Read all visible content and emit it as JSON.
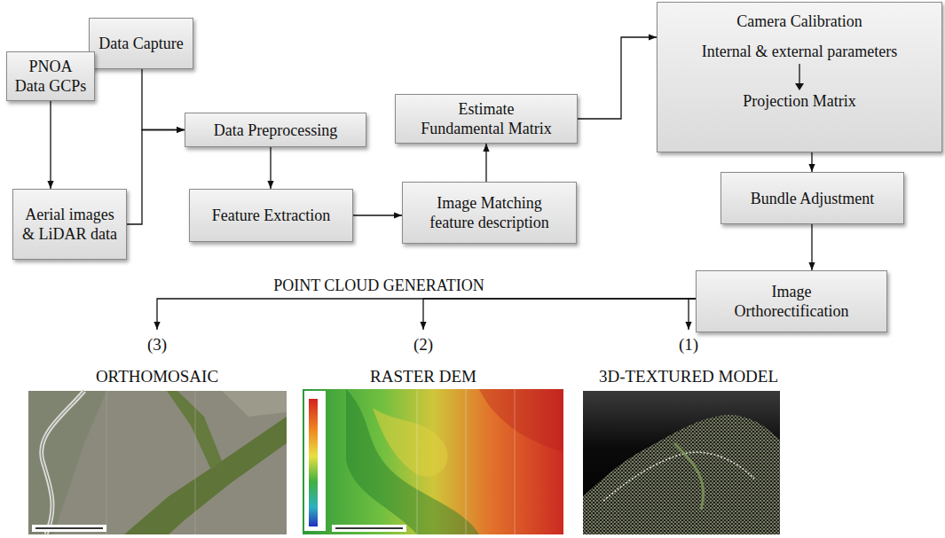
{
  "diagram": {
    "nodes": [
      {
        "text": [
          "Data Capture"
        ]
      },
      {
        "text": [
          "PNOA Data GCPs"
        ]
      },
      {
        "text": [
          "Aerial images & LiDAR data"
        ]
      },
      {
        "text": [
          "Data Preprocessing"
        ]
      },
      {
        "text": [
          "Feature Extraction"
        ]
      },
      {
        "text": [
          "Estimate Fundamental Matrix"
        ]
      },
      {
        "text": [
          "Image Matching feature description"
        ]
      },
      {
        "text": [
          "Camera Calibration",
          "Internal & external parameters",
          "Projection Matrix"
        ]
      },
      {
        "text": [
          "Bundle Adjustment"
        ]
      },
      {
        "text": [
          "Image Orthorectification"
        ]
      },
      {
        "text": [
          "(3)",
          "ORTHOMOSAIC"
        ]
      },
      {
        "text": [
          "(2)",
          "RASTER DEM"
        ]
      },
      {
        "text": [
          "(1)",
          "3D-TEXTURED MODEL"
        ]
      }
    ],
    "edges": [
      {
        "from": 0,
        "to": 3,
        "arrow": "to"
      },
      {
        "from": 2,
        "to": 3,
        "arrow": "to"
      },
      {
        "from": 1,
        "to": 2,
        "arrow": "to"
      },
      {
        "from": 3,
        "to": 4,
        "arrow": "to"
      },
      {
        "from": 4,
        "to": 6,
        "arrow": "to"
      },
      {
        "from": 6,
        "to": 5,
        "arrow": "to"
      },
      {
        "from": 5,
        "to": 7,
        "arrow": "to"
      },
      {
        "from": 7,
        "to": 8,
        "arrow": "to"
      },
      {
        "from": 8,
        "to": 9,
        "arrow": "to"
      },
      {
        "from": 9,
        "to": 10,
        "arrow": "to"
      },
      {
        "from": 9,
        "to": 11,
        "arrow": "to"
      },
      {
        "from": 9,
        "to": 12,
        "arrow": "to"
      }
    ],
    "labels": [
      "POINT CLOUD GENERATION"
    ]
  }
}
